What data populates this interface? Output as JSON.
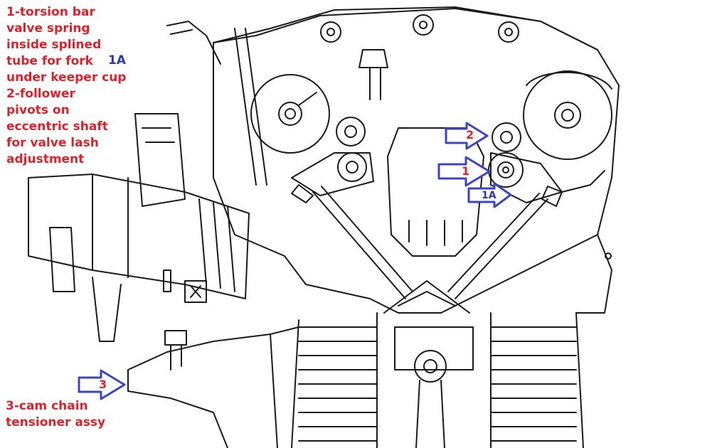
{
  "colors": {
    "callout_text": "#d8232a",
    "label_1a": "#2d3aa8",
    "arrow_outline": "#3a45c4",
    "drawing_line": "#1a1a1a"
  },
  "annotations": {
    "note1": "1-torsion bar\nvalve spring\ninside splined\ntube for fork\nunder keeper cup",
    "note1_tag": "1A",
    "note2": "2-follower\npivots on\neccentric shaft\nfor valve lash\nadjustment",
    "note3": "3-cam chain\ntensioner assy"
  },
  "arrows": {
    "a1": "1",
    "a1a": "1A",
    "a2": "2",
    "a3": "3"
  }
}
